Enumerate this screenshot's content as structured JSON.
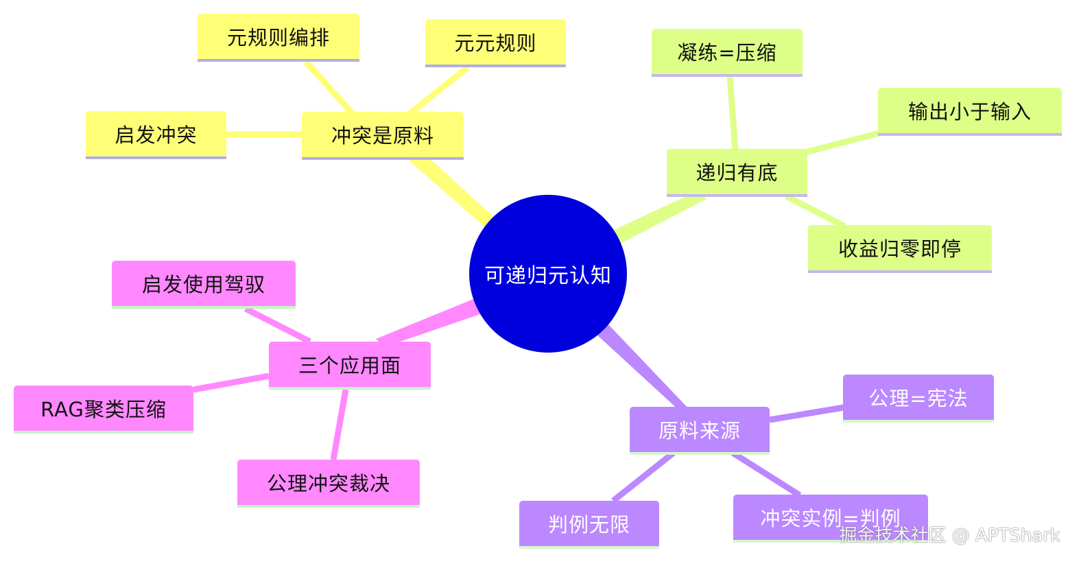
{
  "center": {
    "label": "可递归元认知",
    "color": "#0000dd"
  },
  "branches": {
    "top_left": {
      "label": "冲突是原料",
      "color": "#ffff77",
      "children": [
        "元规则编排",
        "元元规则",
        "启发冲突"
      ]
    },
    "top_right": {
      "label": "递归有底",
      "color": "#ddff88",
      "children": [
        "凝练=压缩",
        "输出小于输入",
        "收益归零即停"
      ]
    },
    "bottom_left": {
      "label": "三个应用面",
      "color": "#ff88ff",
      "children": [
        "启发使用驾驭",
        "RAG聚类压缩",
        "公理冲突裁决"
      ]
    },
    "bottom_right": {
      "label": "原料来源",
      "color": "#bb88ff",
      "children": [
        "公理=宪法",
        "判例无限",
        "冲突实例=判例"
      ]
    }
  },
  "watermark": "掘金技术社区 @ APTShark"
}
